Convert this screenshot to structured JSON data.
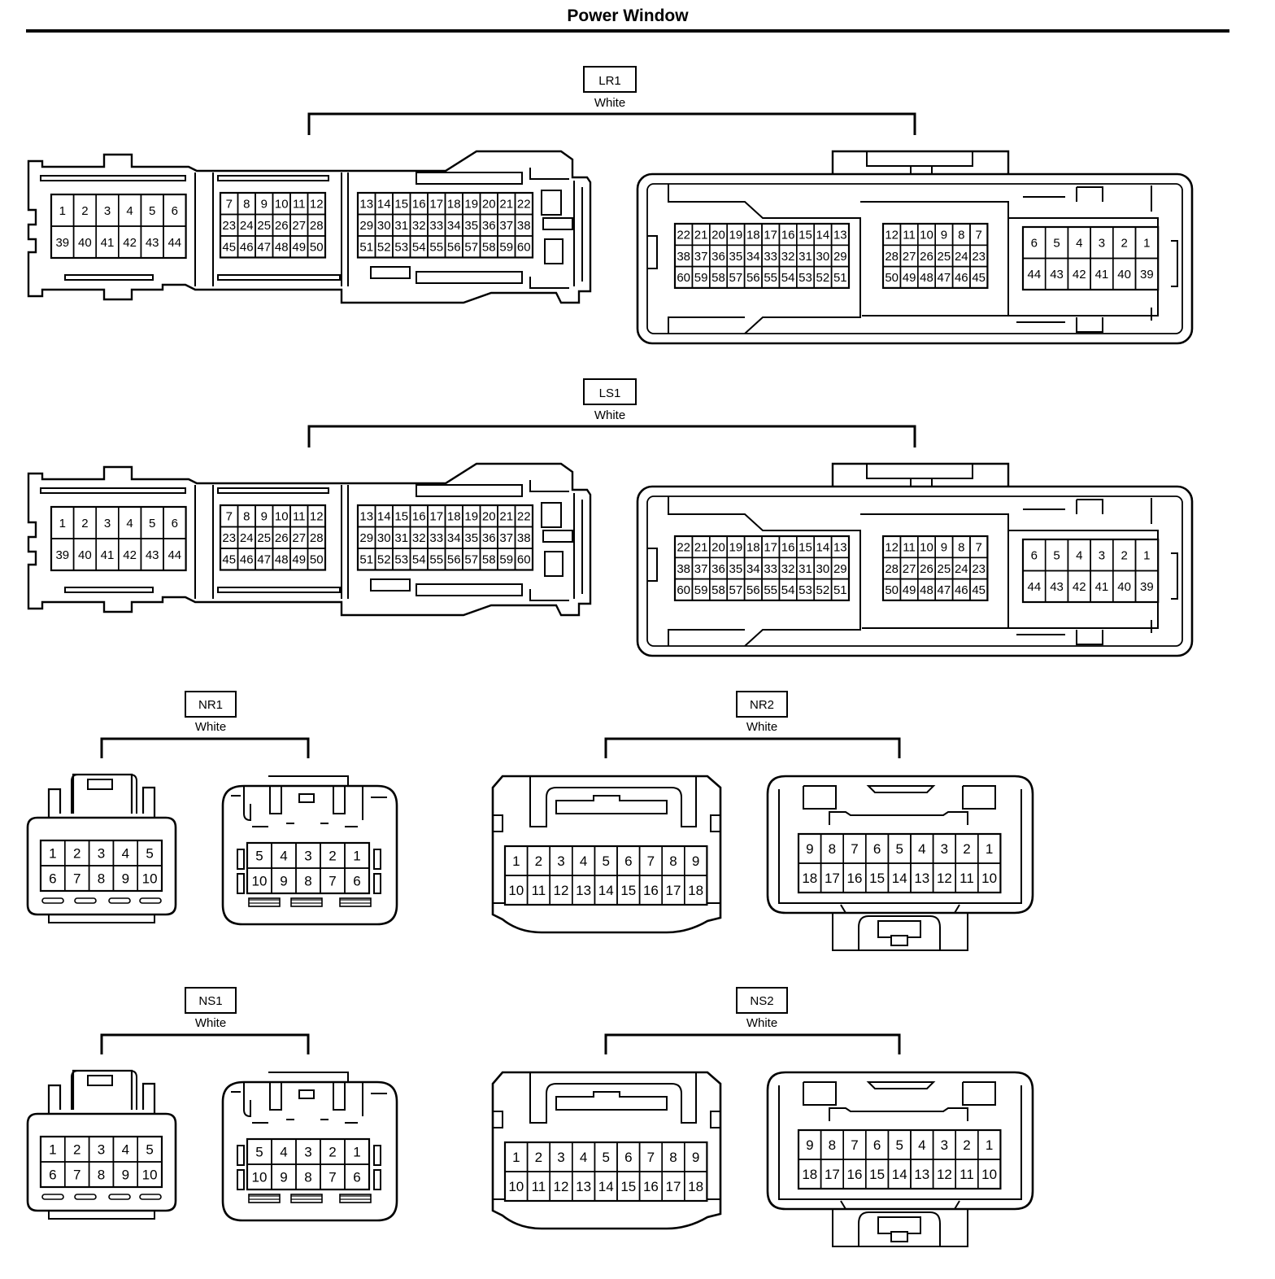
{
  "title": "Power Window",
  "connectors": [
    {
      "id": "LR1",
      "color": "White",
      "kind": "large"
    },
    {
      "id": "LS1",
      "color": "White",
      "kind": "large"
    },
    {
      "id": "NR1",
      "color": "White",
      "kind": "small10"
    },
    {
      "id": "NR2",
      "color": "White",
      "kind": "medium18"
    },
    {
      "id": "NS1",
      "color": "White",
      "kind": "small10"
    },
    {
      "id": "NS2",
      "color": "White",
      "kind": "medium18"
    }
  ],
  "pin_layouts": {
    "large_left": [
      [
        [
          "1",
          "2",
          "3",
          "4",
          "5",
          "6"
        ],
        [
          "39",
          "40",
          "41",
          "42",
          "43",
          "44"
        ]
      ],
      [
        [
          "7",
          "8",
          "9",
          "10",
          "11",
          "12"
        ],
        [
          "23",
          "24",
          "25",
          "26",
          "27",
          "28"
        ],
        [
          "45",
          "46",
          "47",
          "48",
          "49",
          "50"
        ]
      ],
      [
        [
          "13",
          "14",
          "15",
          "16",
          "17",
          "18",
          "19",
          "20",
          "21",
          "22"
        ],
        [
          "29",
          "30",
          "31",
          "32",
          "33",
          "34",
          "35",
          "36",
          "37",
          "38"
        ],
        [
          "51",
          "52",
          "53",
          "54",
          "55",
          "56",
          "57",
          "58",
          "59",
          "60"
        ]
      ]
    ],
    "large_right": [
      [
        [
          "22",
          "21",
          "20",
          "19",
          "18",
          "17",
          "16",
          "15",
          "14",
          "13"
        ],
        [
          "38",
          "37",
          "36",
          "35",
          "34",
          "33",
          "32",
          "31",
          "30",
          "29"
        ],
        [
          "60",
          "59",
          "58",
          "57",
          "56",
          "55",
          "54",
          "53",
          "52",
          "51"
        ]
      ],
      [
        [
          "12",
          "11",
          "10",
          "9",
          "8",
          "7"
        ],
        [
          "28",
          "27",
          "26",
          "25",
          "24",
          "23"
        ],
        [
          "50",
          "49",
          "48",
          "47",
          "46",
          "45"
        ]
      ],
      [
        [
          "6",
          "5",
          "4",
          "3",
          "2",
          "1"
        ],
        [
          "44",
          "43",
          "42",
          "41",
          "40",
          "39"
        ]
      ]
    ],
    "small10_left": [
      [
        "1",
        "2",
        "3",
        "4",
        "5"
      ],
      [
        "6",
        "7",
        "8",
        "9",
        "10"
      ]
    ],
    "small10_right": [
      [
        "5",
        "4",
        "3",
        "2",
        "1"
      ],
      [
        "10",
        "9",
        "8",
        "7",
        "6"
      ]
    ],
    "medium18_left": [
      [
        "1",
        "2",
        "3",
        "4",
        "5",
        "6",
        "7",
        "8",
        "9"
      ],
      [
        "10",
        "11",
        "12",
        "13",
        "14",
        "15",
        "16",
        "17",
        "18"
      ]
    ],
    "medium18_right": [
      [
        "9",
        "8",
        "7",
        "6",
        "5",
        "4",
        "3",
        "2",
        "1"
      ],
      [
        "18",
        "17",
        "16",
        "15",
        "14",
        "13",
        "12",
        "11",
        "10"
      ]
    ]
  }
}
